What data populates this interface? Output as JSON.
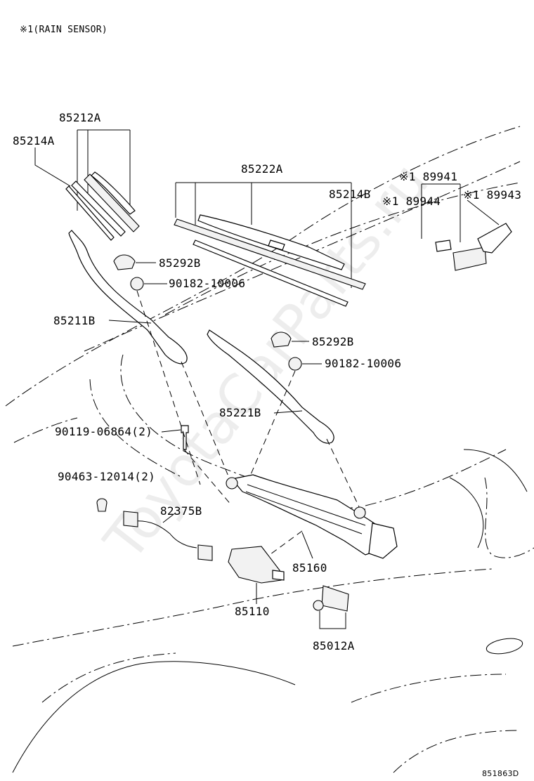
{
  "note": "※1(RAIN SENSOR)",
  "watermark": "ToyotaCarParts.ru",
  "diagram_code": "851863D",
  "labels": {
    "p85212A": "85212A",
    "p85214A": "85214A",
    "p85222A": "85222A",
    "p85214B": "85214B",
    "p89941": "※1 89941",
    "p89944": "※1 89944",
    "p89943": "※1 89943",
    "p85292B_1": "85292B",
    "p90182_1": "90182-10006",
    "p85211B": "85211B",
    "p85292B_2": "85292B",
    "p90182_2": "90182-10006",
    "p85221B": "85221B",
    "p90119": "90119-06864(2)",
    "p90463": "90463-12014(2)",
    "p82375B": "82375B",
    "p85160": "85160",
    "p85110": "85110",
    "p85012A": "85012A"
  }
}
